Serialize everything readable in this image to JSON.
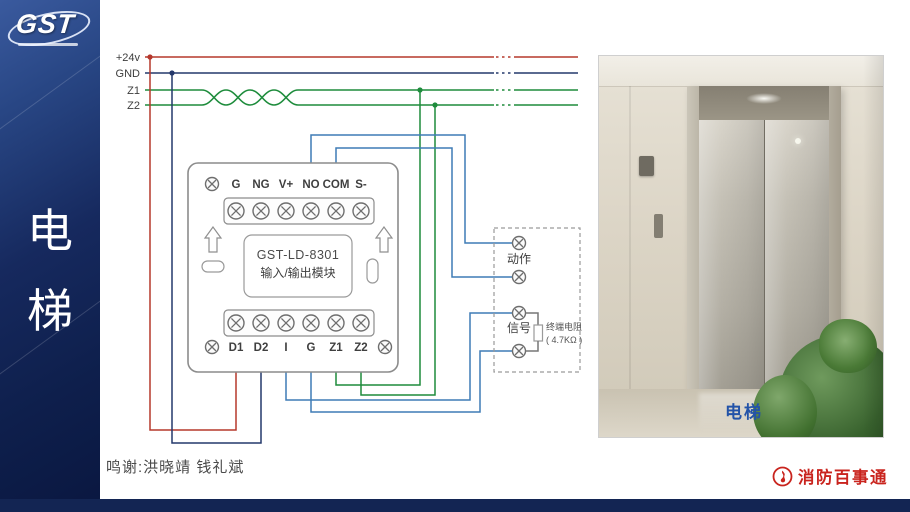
{
  "sidebar": {
    "logo_text": "GST",
    "title_chars": [
      "电",
      "梯"
    ]
  },
  "bus": {
    "labels": [
      "+24v",
      "GND",
      "Z1",
      "Z2"
    ]
  },
  "module": {
    "model": "GST-LD-8301",
    "subtitle": "输入/输出模块",
    "top_terminals": [
      "G",
      "NG",
      "V+",
      "NO",
      "COM",
      "S-"
    ],
    "bottom_terminals": [
      "D1",
      "D2",
      "I",
      "G",
      "Z1",
      "Z2"
    ]
  },
  "elevator_interface": {
    "action_label": "动作",
    "signal_label": "信号",
    "resistor_name": "终端电阻",
    "resistor_value": "( 4.7KΩ )"
  },
  "photo": {
    "caption": "电梯"
  },
  "footer": {
    "credits": "鸣谢:洪晓靖 钱礼斌",
    "brand": "消防百事通"
  },
  "colors": {
    "wire_24v": "#b5382c",
    "wire_gnd": "#24386b",
    "wire_loop": "#1e8c3c",
    "wire_signal": "#3f7cb6",
    "footer_bar": "#132553",
    "brand_red": "#c9241e",
    "caption_blue": "#2353a8"
  }
}
